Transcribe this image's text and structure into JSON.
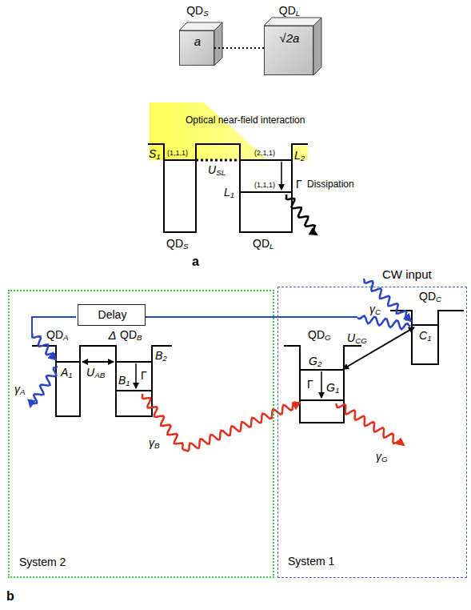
{
  "diagram": {
    "nodes": [
      {
        "text": [
          "QDS",
          "a"
        ]
      },
      {
        "text": [
          "QDL",
          "√2a"
        ]
      },
      {
        "text": [
          "System 2"
        ]
      },
      {
        "text": [
          "Delay",
          "Δ"
        ],
        "in": 2
      },
      {
        "text": [
          "System 1"
        ]
      }
    ],
    "edges": [
      {
        "from": 0,
        "to": 1,
        "arrow": "none"
      }
    ],
    "labels": [
      "S1",
      "(1,1,1)",
      "L2",
      "(2,1,1)",
      "(1,1,1)",
      "L1",
      "USL",
      "Γ",
      "Dissipation",
      "QDS",
      "QDL",
      "a",
      "Optical near-field interaction",
      "CW input",
      "QDC",
      "C1",
      "γC",
      "UCG",
      "QDA",
      "A1",
      "UAB",
      "QDB",
      "B2",
      "B1",
      "Γ",
      "γA",
      "γB",
      "QDG",
      "G2",
      "G1",
      "Γ",
      "γG",
      "b"
    ]
  }
}
